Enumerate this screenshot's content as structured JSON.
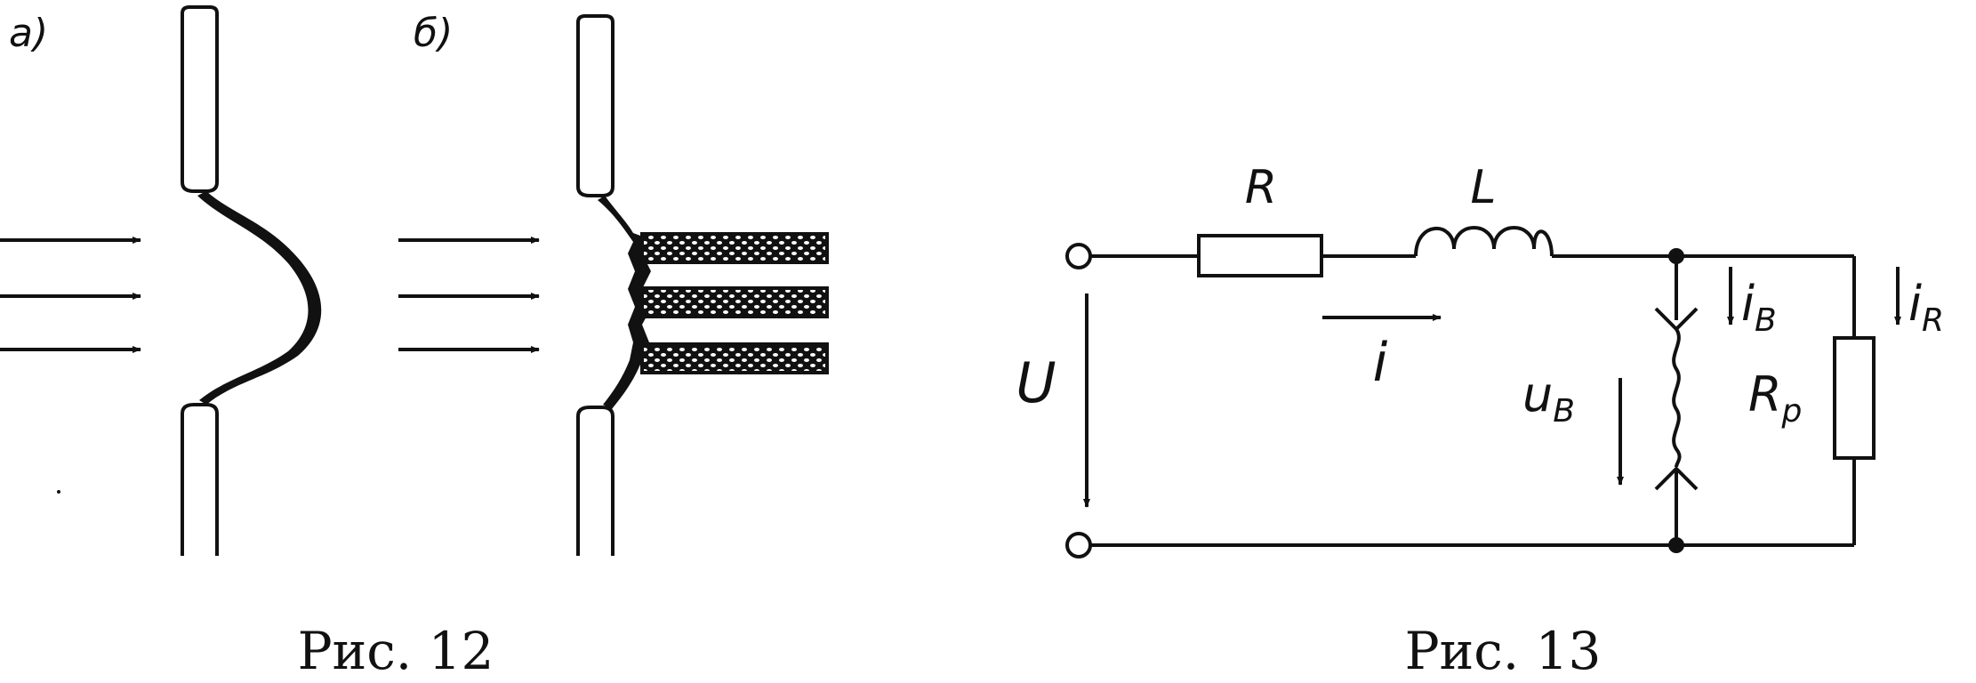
{
  "fig12": {
    "panel_a_label": "a)",
    "panel_b_label": "б)",
    "caption": "Рис. 12"
  },
  "fig13": {
    "caption": "Рис. 13",
    "labels": {
      "R": "R",
      "L": "L",
      "i": "i",
      "U": "U",
      "uB_main": "u",
      "uB_sub": "B",
      "iB_main": "i",
      "iB_sub": "B",
      "iR_main": "i",
      "iR_sub": "R",
      "Rp_main": "R",
      "Rp_sub": "p"
    }
  },
  "colors": {
    "ink": "#111111",
    "paper": "#ffffff"
  }
}
